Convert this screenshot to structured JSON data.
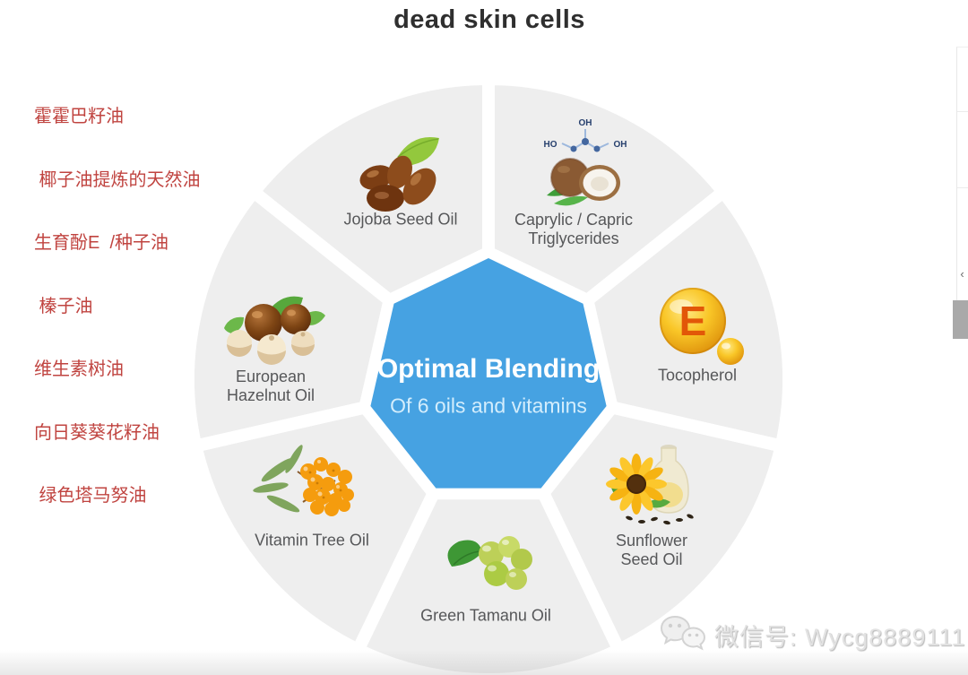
{
  "title": "dead skin cells",
  "annotations": {
    "color": "#c04440",
    "lines": [
      "霍霍巴籽油",
      " 椰子油提炼的天然油",
      "生育酚E  /种子油",
      " 榛子油",
      "维生素树油",
      "向日葵葵花籽油",
      " 绿色塔马努油"
    ]
  },
  "wheel": {
    "center_heading": "Optimal Blending",
    "center_subheading": "Of 6 oils and vitamins",
    "heptagon_color": "#46a2e2",
    "sector_color": "#eeeeee",
    "segments": [
      {
        "label": "Caprylic / Capric Triglycerides",
        "icon": "coconut-molecule-icon"
      },
      {
        "label": "Tocopherol",
        "icon": "vitamin-e-icon"
      },
      {
        "label": "Sunflower Seed Oil",
        "icon": "sunflower-bottle-icon"
      },
      {
        "label": "Green Tamanu Oil",
        "icon": "tamanu-fruit-icon"
      },
      {
        "label": "Vitamin Tree Oil",
        "icon": "sea-buckthorn-icon"
      },
      {
        "label": "European Hazelnut Oil",
        "icon": "hazelnut-icon"
      },
      {
        "label": "Jojoba Seed Oil",
        "icon": "jojoba-seeds-icon"
      }
    ],
    "molecule": {
      "top": "OH",
      "left": "HO",
      "right": "OH"
    },
    "vitamin_e_letter": "E"
  },
  "watermark": {
    "label": "微信号: Wycg8889111"
  },
  "side_panel": {
    "collapse_chevron": "‹"
  }
}
